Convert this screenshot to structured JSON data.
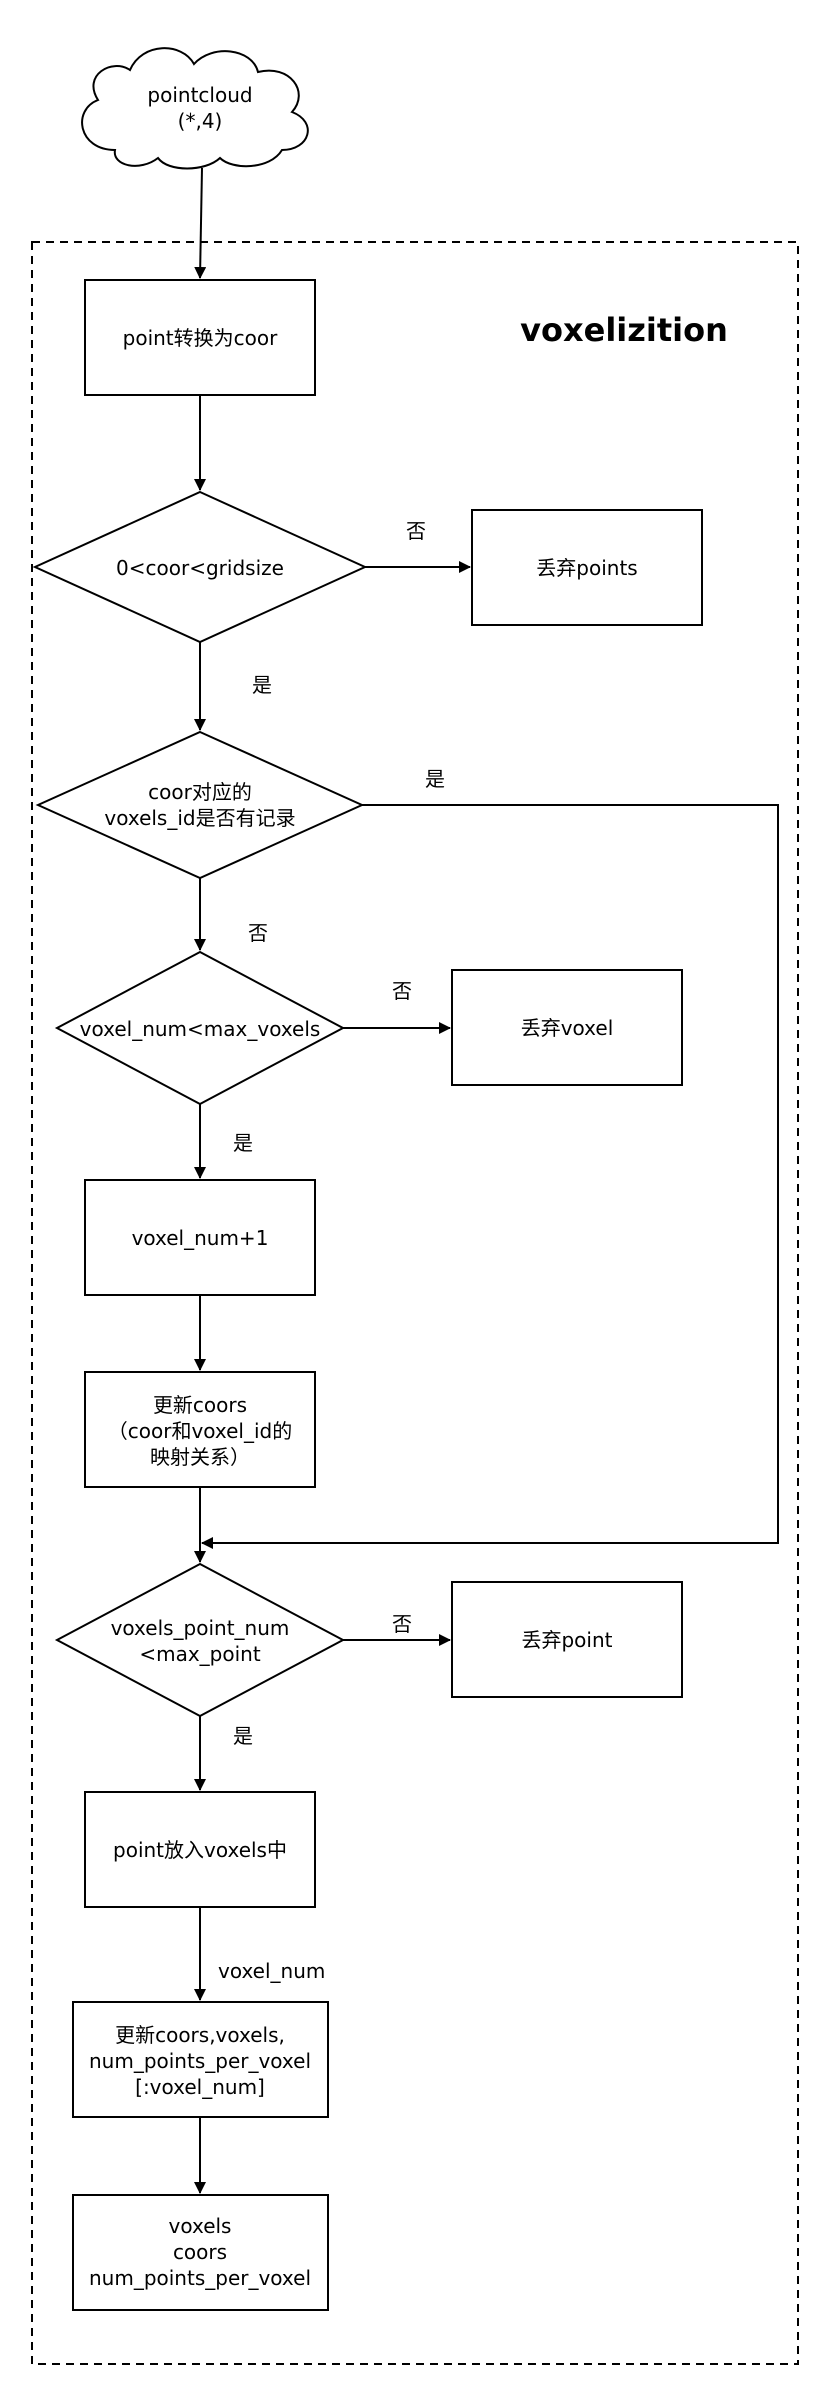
{
  "title": "voxelizition",
  "nodes": {
    "pointcloud": [
      "pointcloud",
      "(*,4)"
    ],
    "point_to_coor": [
      "point转换为coor"
    ],
    "coor_check": [
      "0<coor<gridsize"
    ],
    "drop_points": [
      "丢弃points"
    ],
    "voxel_recorded": [
      "coor对应的",
      "voxels_id是否有记录"
    ],
    "voxel_num_check": [
      "voxel_num<max_voxels"
    ],
    "drop_voxel": [
      "丢弃voxel"
    ],
    "voxel_num_inc": [
      "voxel_num+1"
    ],
    "update_coors": [
      "更新coors",
      "（coor和voxel_id的",
      "映射关系）"
    ],
    "point_num_check": [
      "voxels_point_num",
      "<max_point"
    ],
    "drop_point": [
      "丢弃point"
    ],
    "put_point": [
      "point放入voxels中"
    ],
    "update_all": [
      "更新coors,voxels,",
      "num_points_per_voxel",
      "[:voxel_num]"
    ],
    "output": [
      "voxels",
      "coors",
      "num_points_per_voxel"
    ]
  },
  "edge_labels": {
    "coor_no": "否",
    "coor_yes": "是",
    "recorded_yes": "是",
    "recorded_no": "否",
    "voxel_num_no": "否",
    "voxel_num_yes": "是",
    "point_num_no": "否",
    "point_num_yes": "是",
    "voxel_num_flow": "voxel_num"
  }
}
